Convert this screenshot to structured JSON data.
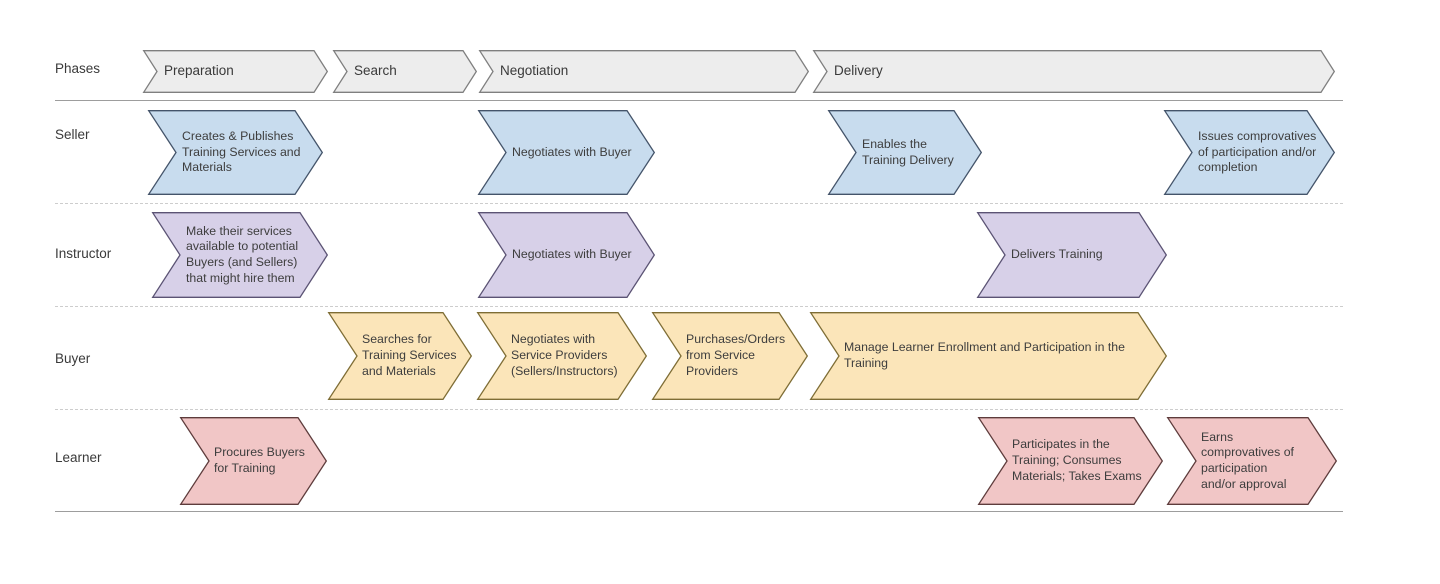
{
  "phases": {
    "label": "Phases",
    "items": [
      {
        "label": "Preparation"
      },
      {
        "label": "Search"
      },
      {
        "label": "Negotiation"
      },
      {
        "label": "Delivery"
      }
    ]
  },
  "lanes": [
    {
      "label": "Seller",
      "tasks": [
        {
          "text": "Creates & Publishes Training Services and Materials"
        },
        {
          "text": "Negotiates with Buyer"
        },
        {
          "text": "Enables the Training Delivery"
        },
        {
          "text": "Issues comprovatives of participation and/or completion"
        }
      ]
    },
    {
      "label": "Instructor",
      "tasks": [
        {
          "text": "Make their services available to potential Buyers (and Sellers) that might hire them"
        },
        {
          "text": "Negotiates with Buyer"
        },
        {
          "text": "Delivers Training"
        }
      ]
    },
    {
      "label": "Buyer",
      "tasks": [
        {
          "text": "Searches for Training Services and Materials"
        },
        {
          "text": "Negotiates with Service Providers (Sellers/Instructors)"
        },
        {
          "text": "Purchases/Orders from Service Providers"
        },
        {
          "text": "Manage Learner Enrollment and Participation in the Training"
        }
      ]
    },
    {
      "label": "Learner",
      "tasks": [
        {
          "text": "Procures Buyers for Training"
        },
        {
          "text": "Participates in the Training; Consumes Materials; Takes Exams"
        },
        {
          "text": "Earns comprovatives of participation and/or approval"
        }
      ]
    }
  ],
  "colors": {
    "phase": {
      "fill": "#ededed",
      "stroke": "#7f7f7f"
    },
    "seller": {
      "fill": "#c8dcee",
      "stroke": "#44546a"
    },
    "instructor": {
      "fill": "#d7d0e8",
      "stroke": "#5b5374"
    },
    "buyer": {
      "fill": "#fbe5b9",
      "stroke": "#7e6d35"
    },
    "learner": {
      "fill": "#f1c6c6",
      "stroke": "#5e3c3c"
    },
    "text": "#3d3d3d"
  }
}
